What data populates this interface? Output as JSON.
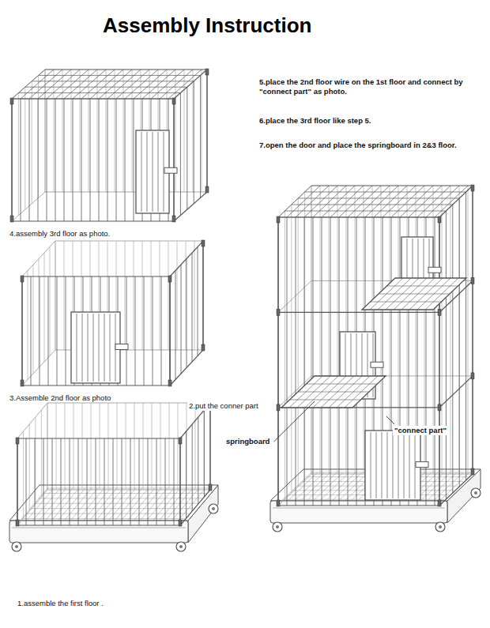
{
  "diagram": {
    "title": "Assembly Instruction",
    "labels": [
      "5.place the 2nd floor wire on the 1st floor and connect by \"connect part\" as photo.",
      "6.place the 3rd floor like step 5.",
      "7.open the door and place the springboard in 2&3 floor.",
      "4.assembly 3rd floor as photo.",
      "3.Assemble 2nd floor as photo",
      "2.put the conner part",
      "springboard",
      "\"connect part\"",
      "1.assemble the first floor ."
    ]
  }
}
